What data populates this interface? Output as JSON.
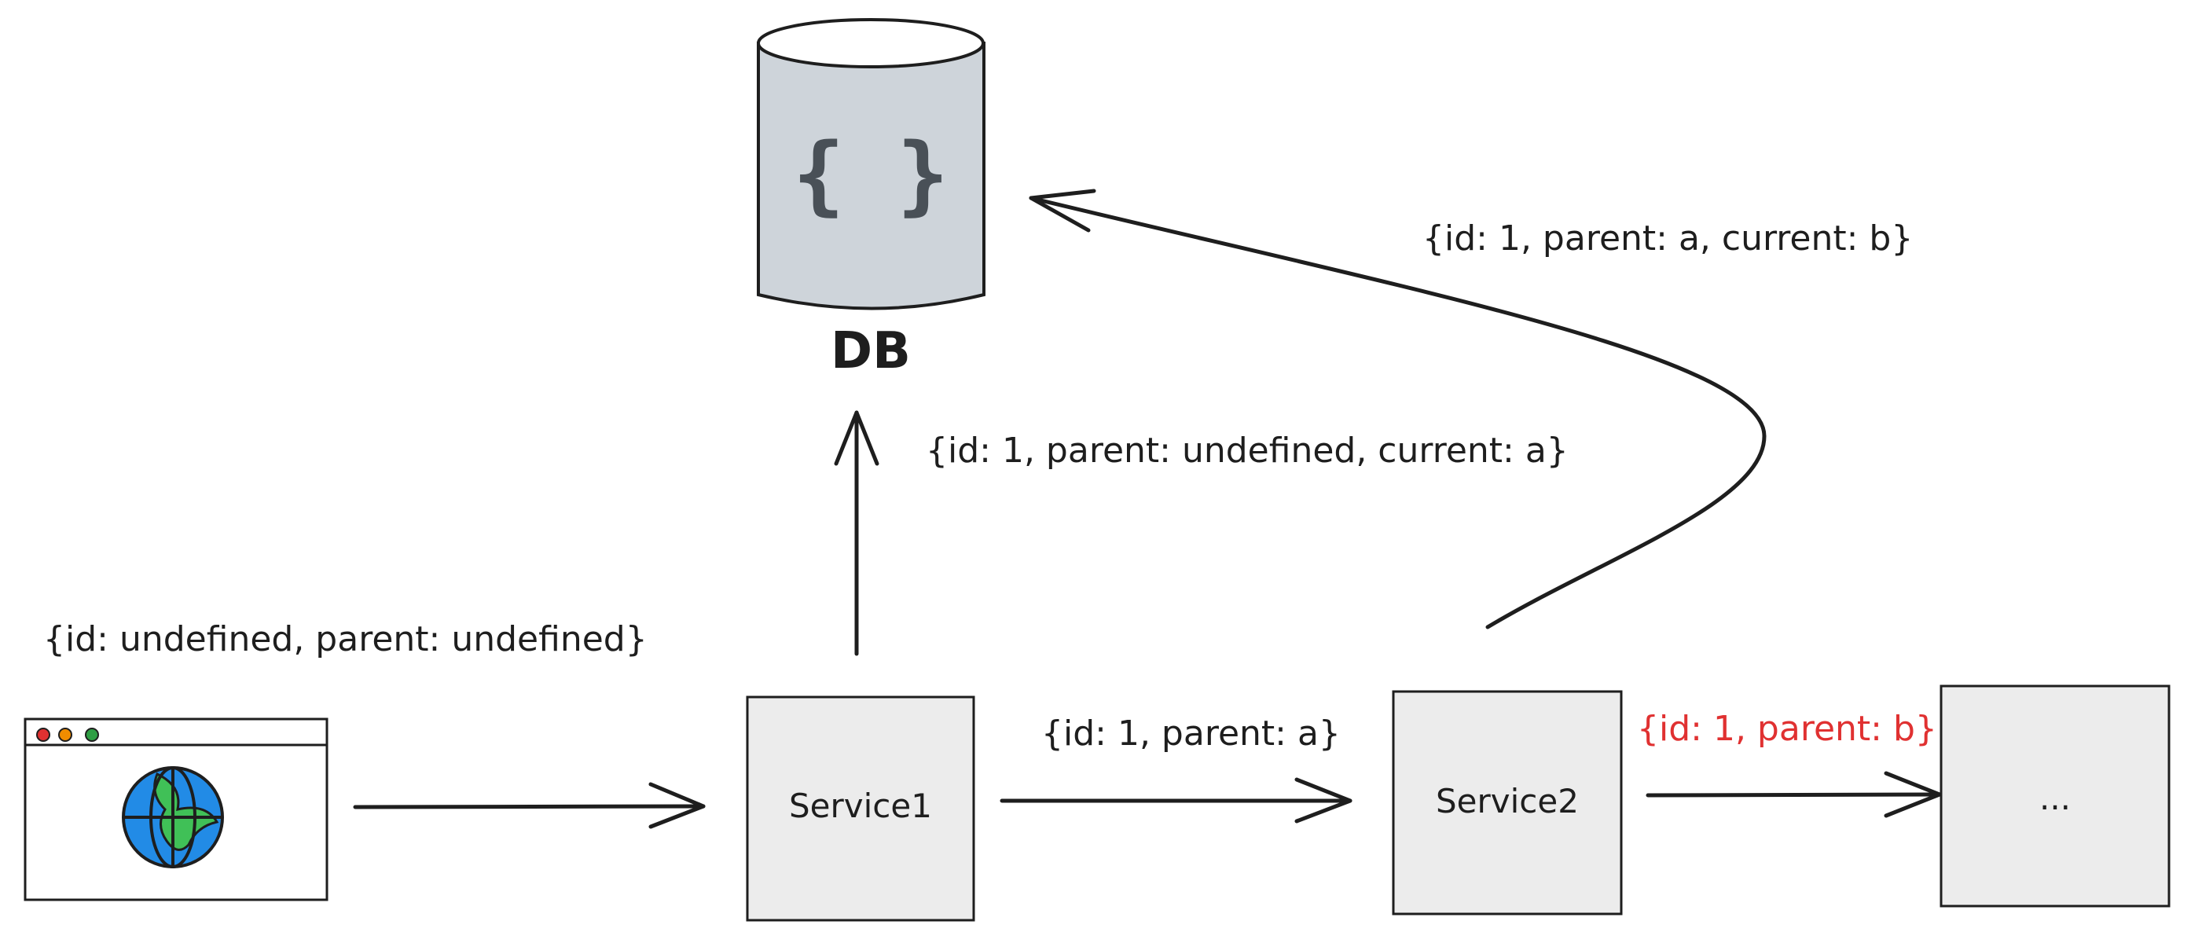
{
  "diagram": {
    "db": {
      "label": "DB",
      "icon": "{ }",
      "fill_color": "#ced4da"
    },
    "browser": {
      "dots": [
        "#e03131",
        "#f08c00",
        "#2f9e44"
      ],
      "globe_color": "#228be6",
      "land_color": "#40c057"
    },
    "nodes": {
      "service1": "Service1",
      "service2": "Service2",
      "next": "..."
    },
    "messages": {
      "client_to_service1": "{id: undefined, parent: undefined}",
      "service1_to_db": "{id: 1, parent: undefined, current: a}",
      "service1_to_service2": "{id: 1, parent: a}",
      "service2_to_db": "{id: 1, parent: a, current: b}",
      "service2_to_next": "{id: 1, parent: b}"
    },
    "colors": {
      "ink": "#1e1e1e",
      "highlight": "#e03131",
      "box_fill": "#ececec"
    }
  }
}
